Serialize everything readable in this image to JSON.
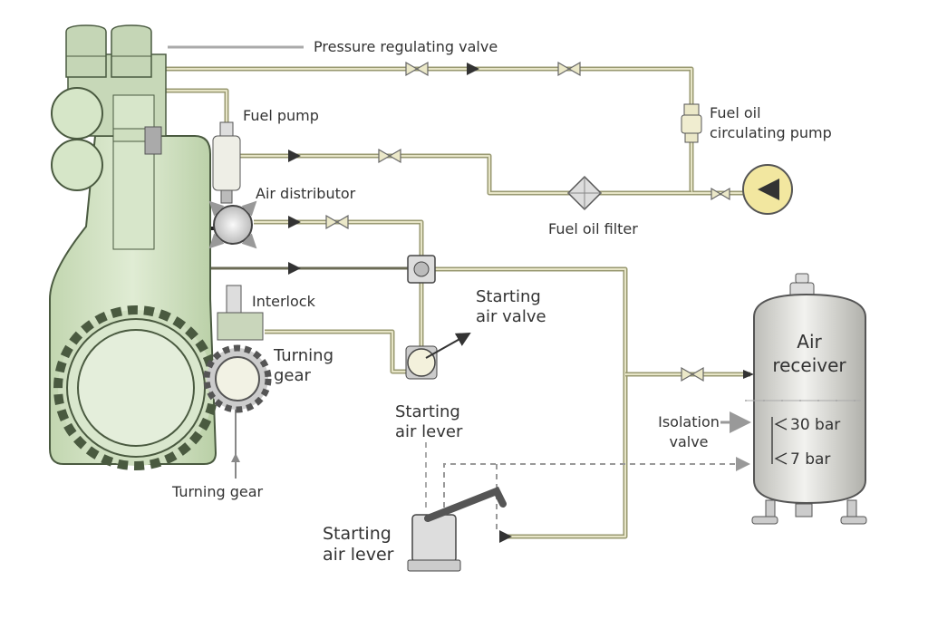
{
  "labels": {
    "pressure_regulating_valve": "Pressure regulating valve",
    "fuel_pump": "Fuel pump",
    "air_distributor": "Air distributor",
    "fuel_oil_circulating_pump_1": "Fuel oil",
    "fuel_oil_circulating_pump_2": "circulating pump",
    "fuel_oil_filter": "Fuel oil filter",
    "interlock": "Interlock",
    "turning_gear_1": "Turning",
    "turning_gear_2": "gear",
    "turning_gear_bottom": "Turning gear",
    "starting_air_valve_1": "Starting",
    "starting_air_valve_2": "air valve",
    "starting_air_lever_mid_1": "Starting",
    "starting_air_lever_mid_2": "air lever",
    "starting_air_lever_bottom_1": "Starting",
    "starting_air_lever_bottom_2": "air lever",
    "air_receiver_1": "Air",
    "air_receiver_2": "receiver",
    "isolation_valve_1": "Isolation",
    "isolation_valve_2": "valve",
    "pressure_high": "30 bar",
    "pressure_low": "7 bar"
  },
  "colors": {
    "engine": "#d3e3c4",
    "pipe": "#9a9a72",
    "receiver": "#dcdcd8",
    "pump": "#f2e7a0"
  }
}
